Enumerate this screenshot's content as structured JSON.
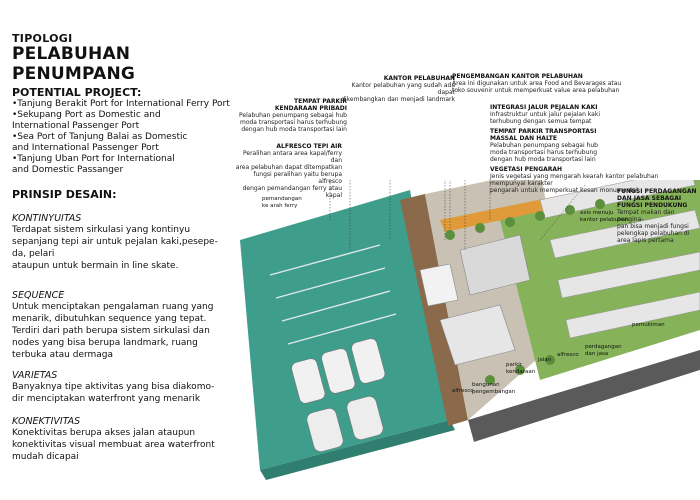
{
  "header": {
    "kicker": "TIPOLOGI",
    "title": "PELABUHAN PENUMPANG"
  },
  "potential": {
    "heading": "POTENTIAL PROJECT:",
    "items": [
      "•Tanjung Berakit Port for International Ferry Port",
      "•Sekupang Port as Domestic and",
      "International Passenger Port",
      "•Sea Port of Tanjung Balai as Domestic",
      "and International Passenger Port",
      "•Tanjung Uban Port for International",
      "and Domestic Passanger"
    ]
  },
  "principles": {
    "heading": "PRINSIP DESAIN:",
    "sections": [
      {
        "title": "KONTINYUITAS",
        "lines": [
          "Terdapat sistem sirkulasi yang kontinyu",
          "sepanjang tepi air untuk pejalan kaki,pesepe-",
          "da, pelari",
          "ataupun untuk bermain in line skate."
        ]
      },
      {
        "title": "SEQUENCE",
        "lines": [
          "Untuk menciptakan pengalaman ruang yang",
          "menarik, dibutuhkan sequence yang tepat.",
          "Terdiri dari path berupa sistem sirkulasi dan",
          "nodes yang bisa berupa landmark, ruang",
          "terbuka atau dermaga"
        ]
      },
      {
        "title": "VARIETAS",
        "lines": [
          "Banyaknya tipe aktivitas yang bisa diakomo-",
          "dir menciptakan waterfront yang menarik"
        ]
      },
      {
        "title": "KONEKTIVITAS",
        "lines": [
          "Konektivitas berupa akses jalan ataupun",
          "konektivitas visual membuat area waterfront",
          "mudah dicapai"
        ]
      }
    ]
  },
  "callouts": {
    "kantor": {
      "title": "KANTOR PELABUHAN",
      "lines": [
        "Kantor pelabuhan yang sudah ada dapat",
        "dikembangkan  dan menjadi landmark"
      ]
    },
    "parkir_pribadi": {
      "title": "TEMPAT PARKIR",
      "title2": "KENDARAAN PRIBADI",
      "lines": [
        "Pelabuhan penumpang sebagai hub",
        "moda transportasi harus terhubung",
        "dengan hub moda transportasi lain"
      ]
    },
    "alfresco": {
      "title": "ALFRESCO TEPI AIR",
      "lines": [
        "Peralihan antara area kapal/ferry dan",
        "area pelabuhan dapat ditempatkan",
        "fungsi peralihan yaitu berupa alfresco",
        "dengan pemandangan ferry atau",
        "kapal"
      ]
    },
    "pengembangan": {
      "title": "PENGEMBANGAN KANTOR PELABUHAN",
      "lines": [
        "Area ini digunakan untuk area Food and Bevarages atau",
        "toko souvenir untuk memperkuat value area pelabuhan"
      ]
    },
    "integrasi": {
      "title": "INTEGRASI JALUR PEJALAN KAKI",
      "lines": [
        "Infrastruktur untuk jalur pejalan kaki",
        "terhubung dengan semua tempat"
      ]
    },
    "parkir_massal": {
      "title": "TEMPAT PARKIR TRANSPORTASI",
      "title2": "MASSAL DAN HALTE",
      "lines": [
        "Pelabuhan penumpang sebagai hub",
        "moda transportasi harus terhubung",
        "dengan hub moda transportasi lain"
      ]
    },
    "vegetasi": {
      "title": "VEGETASI PENGARAH",
      "lines": [
        "Jenis vegetasi yang mengarah kearah kantor pelabuhan mempunyai karakter",
        "pengarah untuk memperkuat kesan monumental"
      ]
    },
    "fungsi": {
      "title": "FUNGSI PERDAGANGAN",
      "title2": "DAN JASA SEBAGAI",
      "title3": "FUNGSI PENDUKUNG",
      "lines": [
        "Tempat makan dan pengina-",
        "pan bisa menjadi fungsi",
        "pelengkap pelabuhan di",
        "area lapis pertama"
      ]
    }
  },
  "map_labels": {
    "pemandangan1": "pemandangan",
    "pemandangan2": "ke arah ferry",
    "axis1": "axis menuju",
    "axis2": "kantor pelabuhan",
    "pemukiman": "pemukiman",
    "perdagangan1": "perdagangan",
    "perdagangan2": "dan jasa",
    "alfresco1": "alfresco",
    "jalan": "jalan",
    "parkir1": "parkir",
    "parkir2": "kendaraan",
    "alfresco2": "alfresco",
    "bangunan1": "bangunan",
    "bangunan2": "pengembangan"
  },
  "colors": {
    "water": "#3f9d8c",
    "water_dark": "#2f7e70",
    "grass": "#86b35a",
    "plaza": "#c9c2b4",
    "road": "#5a5a5a",
    "orange_path": "#e09a3a",
    "roof": "#e6e6e6",
    "deck": "#8a6a4a"
  }
}
